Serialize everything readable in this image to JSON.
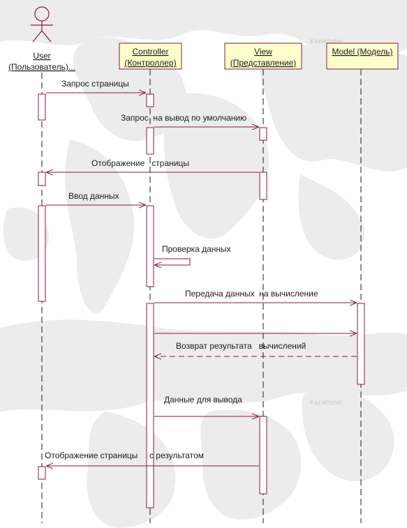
{
  "colors": {
    "line": "#8b1a3c",
    "lifeline": "#1a1a1a",
    "header_fill": "#ffffcc",
    "map": "#ececec",
    "text": "#1a1a1a"
  },
  "background": {
    "map_labels": [
      "Kazakhstan",
      "Kazakhstan"
    ]
  },
  "participants": [
    {
      "id": "user",
      "kind": "actor",
      "line1": "User",
      "line2": "(Пользователь)..."
    },
    {
      "id": "controller",
      "kind": "box",
      "line1": "Controller",
      "line2": "(Контроллер)"
    },
    {
      "id": "view",
      "kind": "box",
      "line1": "View",
      "line2": "(Представление)"
    },
    {
      "id": "model",
      "kind": "box",
      "line1": "Model (Модель)",
      "line2": ""
    }
  ],
  "messages": [
    {
      "from": "user",
      "to": "controller",
      "text": "Запрос страницы",
      "style": "sync"
    },
    {
      "from": "controller",
      "to": "view",
      "text": "Запрос  на вывод по умолчанию",
      "style": "sync"
    },
    {
      "from": "view",
      "to": "user",
      "text": "Отображение   страницы",
      "style": "sync"
    },
    {
      "from": "user",
      "to": "controller",
      "text": "Ввод данных",
      "style": "sync"
    },
    {
      "from": "controller",
      "to": "controller",
      "text": "Проверка данных",
      "style": "self"
    },
    {
      "from": "controller",
      "to": "model",
      "text": "Передача данных  на вычисление",
      "style": "sync"
    },
    {
      "from": "controller",
      "to": "model",
      "text": "",
      "style": "sync"
    },
    {
      "from": "model",
      "to": "controller",
      "text": "Возврат результата   вычислений",
      "style": "return"
    },
    {
      "from": "controller",
      "to": "view",
      "text": "Данные для вывода",
      "style": "sync"
    },
    {
      "from": "view",
      "to": "user",
      "text": "Отображение страницы     с результатом",
      "style": "sync"
    }
  ]
}
